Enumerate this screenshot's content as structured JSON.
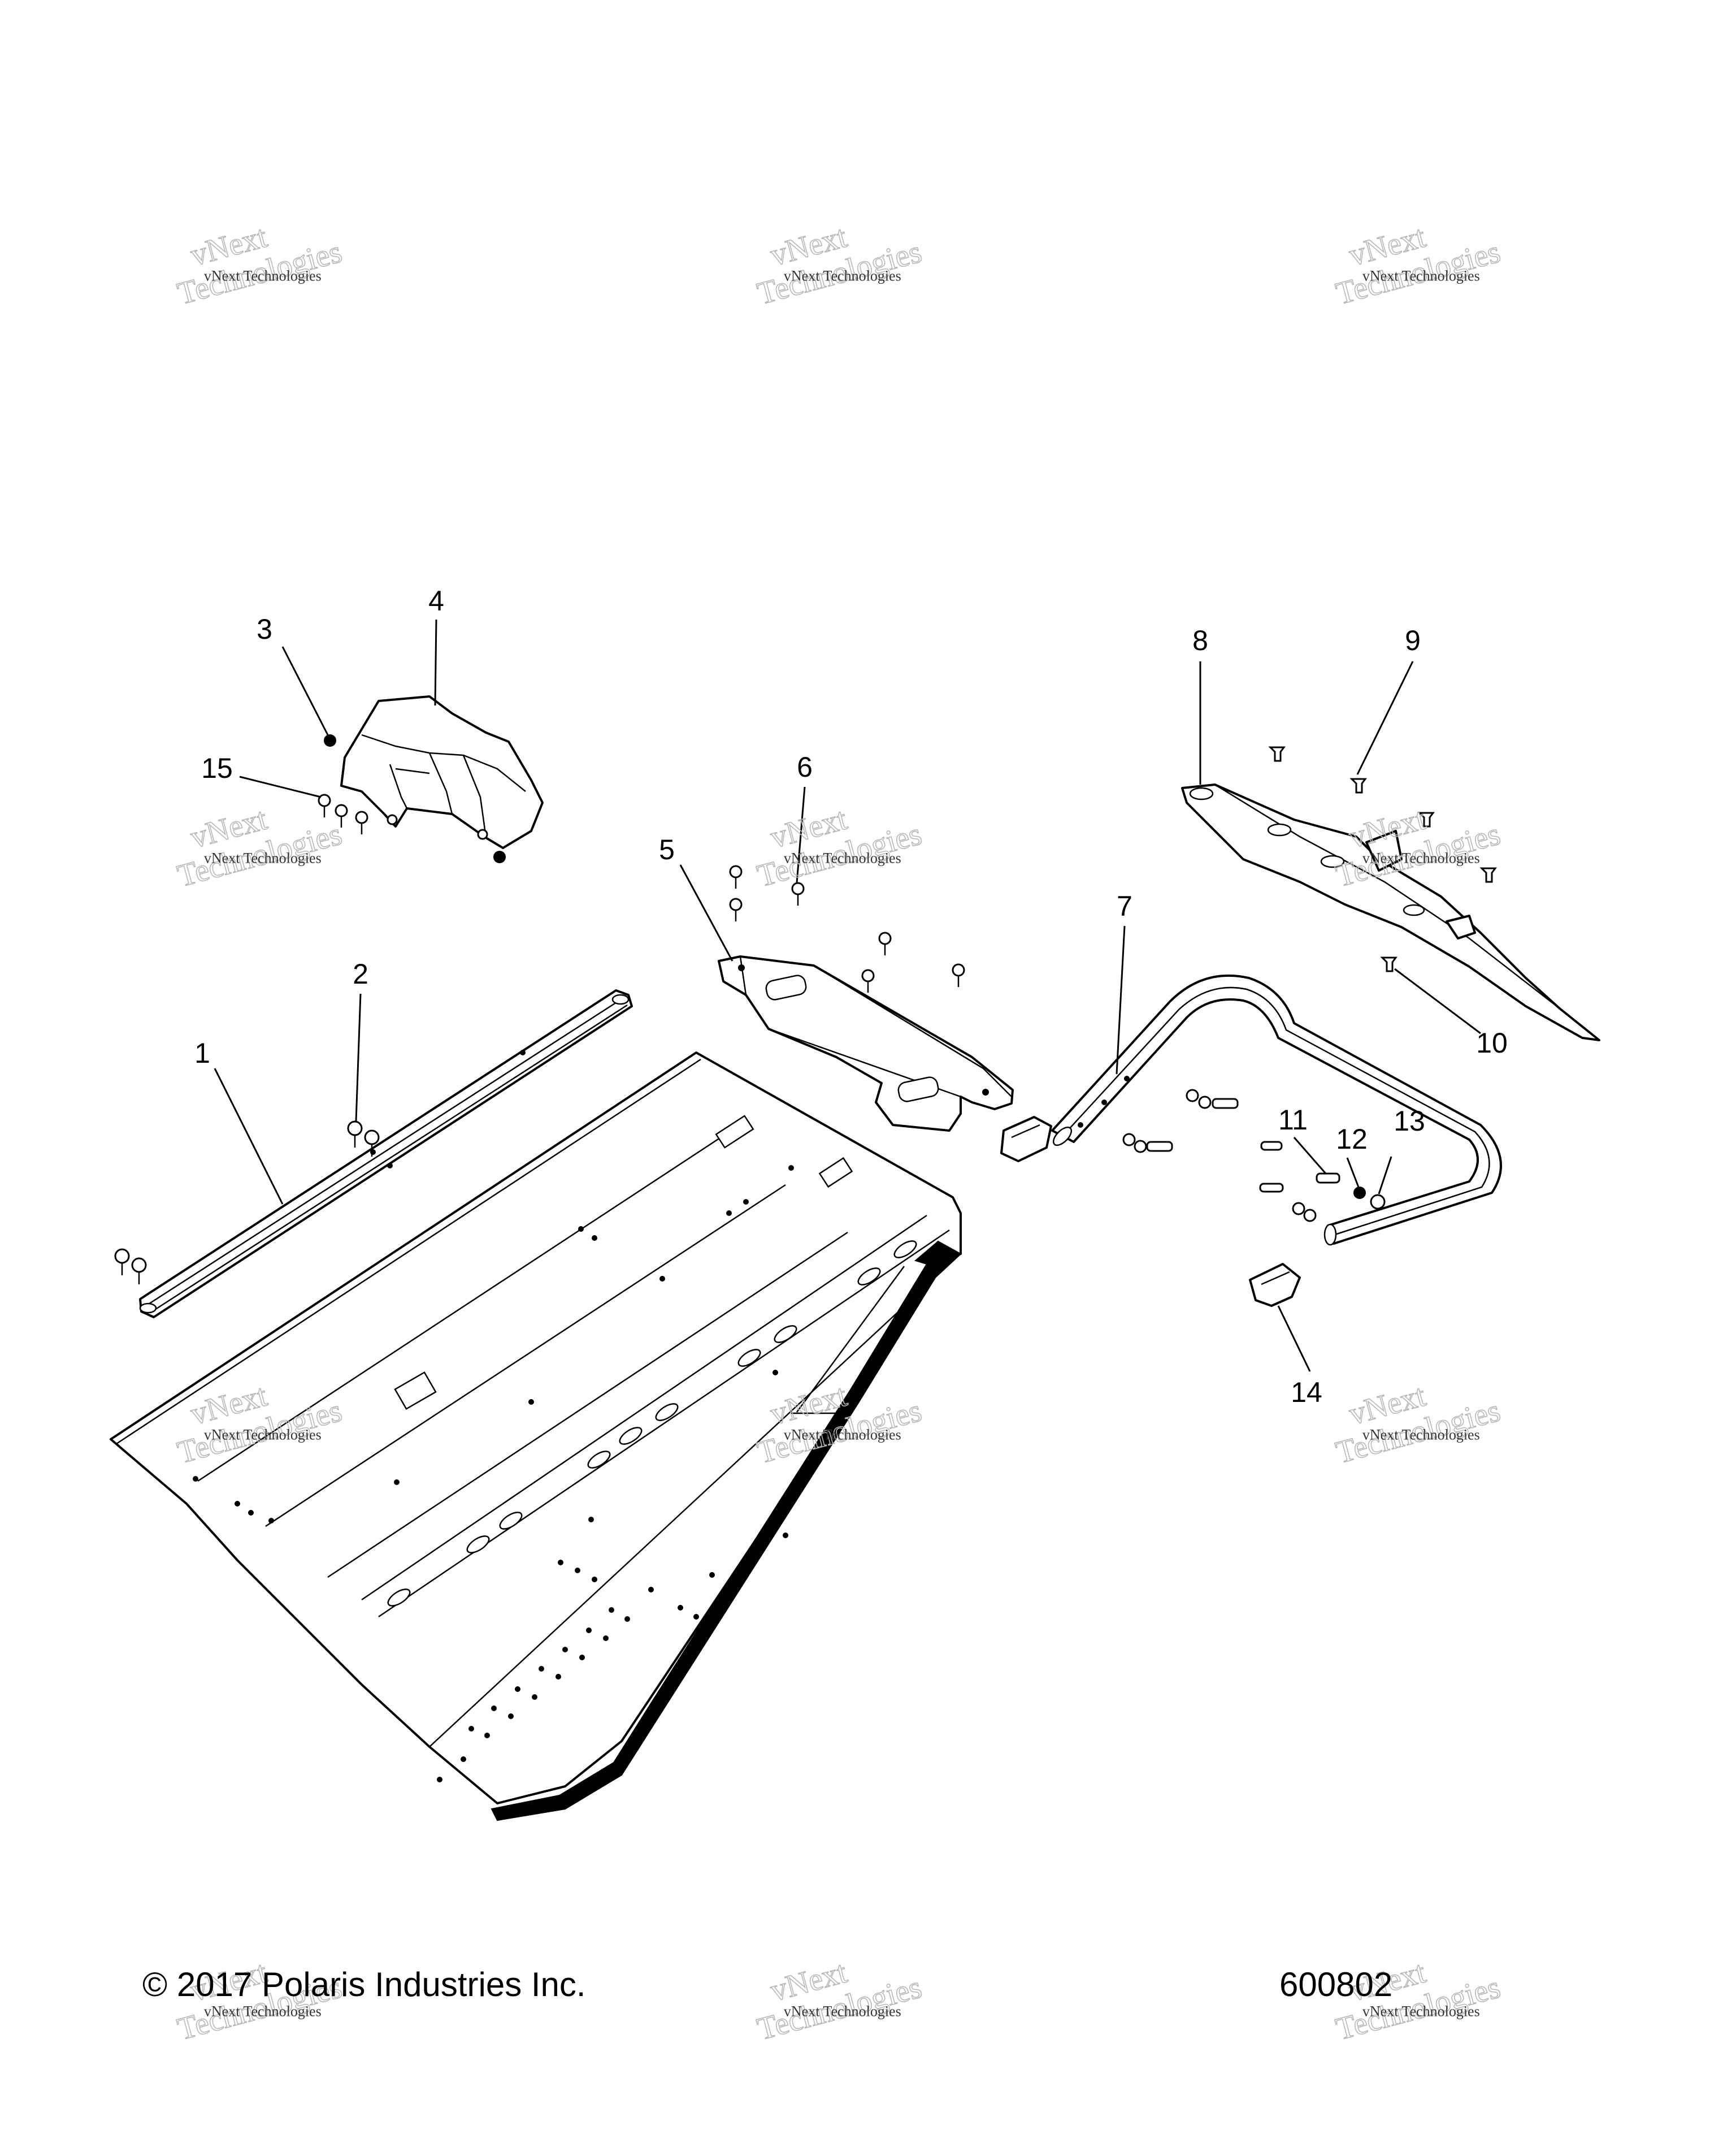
{
  "callouts": [
    {
      "number": "1"
    },
    {
      "number": "2"
    },
    {
      "number": "3"
    },
    {
      "number": "4"
    },
    {
      "number": "5"
    },
    {
      "number": "6"
    },
    {
      "number": "7"
    },
    {
      "number": "8"
    },
    {
      "number": "9"
    },
    {
      "number": "10"
    },
    {
      "number": "11"
    },
    {
      "number": "12"
    },
    {
      "number": "13"
    },
    {
      "number": "14"
    },
    {
      "number": "15"
    }
  ],
  "footer": {
    "copyright": "© 2017 Polaris Industries Inc.",
    "figure_id": "600802"
  },
  "watermark": {
    "line1": "vNext Technologies",
    "line2": "vNext Technologies"
  },
  "colors": {
    "line": "#000000",
    "background": "#ffffff",
    "watermark": "#b8b8b8"
  }
}
